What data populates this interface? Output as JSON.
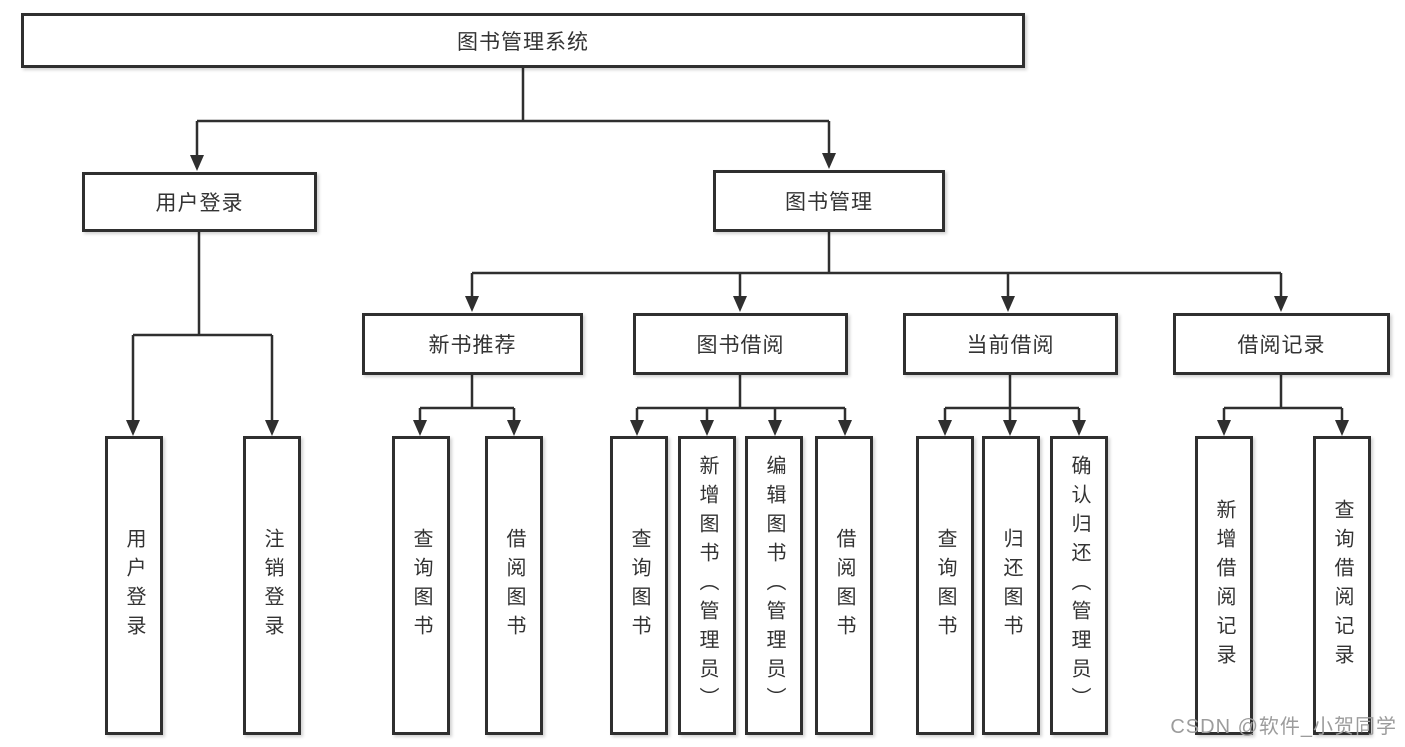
{
  "root": {
    "label": "图书管理系统"
  },
  "level2": [
    {
      "label": "用户登录"
    },
    {
      "label": "图书管理"
    }
  ],
  "level3": [
    {
      "label": "新书推荐"
    },
    {
      "label": "图书借阅"
    },
    {
      "label": "当前借阅"
    },
    {
      "label": "借阅记录"
    }
  ],
  "leaves": {
    "user_login": [
      {
        "label": "用户登录"
      },
      {
        "label": "注销登录"
      }
    ],
    "new_book": [
      {
        "label": "查询图书"
      },
      {
        "label": "借阅图书"
      }
    ],
    "book_borrow": [
      {
        "label": "查询图书"
      },
      {
        "label": "新增图书（管理员）"
      },
      {
        "label": "编辑图书（管理员）"
      },
      {
        "label": "借阅图书"
      }
    ],
    "current_borrow": [
      {
        "label": "查询图书"
      },
      {
        "label": "归还图书"
      },
      {
        "label": "确认归还（管理员）"
      }
    ],
    "borrow_record": [
      {
        "label": "新增借阅记录"
      },
      {
        "label": "查询借阅记录"
      }
    ]
  },
  "watermark": "CSDN @软件_小贺同学",
  "colors": {
    "line": "#2f2f2f",
    "text": "#333333",
    "watermark": "#9c9c9c",
    "background": "#ffffff"
  }
}
